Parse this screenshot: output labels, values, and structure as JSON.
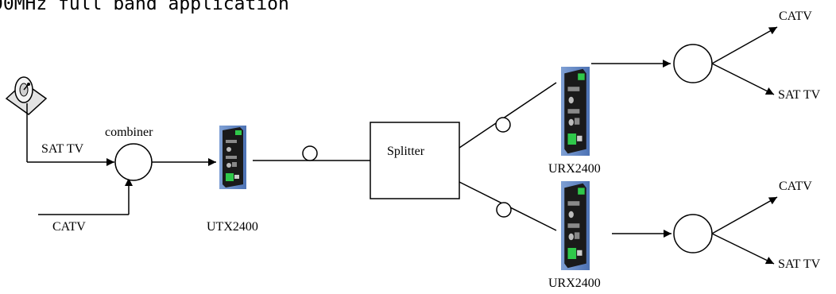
{
  "heading": "00MHz full band application",
  "labels": {
    "sat_tv_in": "SAT TV",
    "catv_in": "CATV",
    "combiner": "combiner",
    "utx": "UTX2400",
    "splitter": "Splitter",
    "urx_top": "URX2400",
    "urx_bottom": "URX2400",
    "catv_out_top": "CATV",
    "sat_tv_out_top": "SAT TV",
    "catv_out_bottom": "CATV",
    "sat_tv_out_bottom": "SAT TV"
  },
  "icons": {
    "dish": "satellite-dish-icon",
    "transmitter": "utx2400-module-icon",
    "receiver": "urx2400-module-icon"
  },
  "colors": {
    "line": "#000000",
    "module_body": "#1a1a1a",
    "module_background": "#5e84c2",
    "module_connector_green": "#2fc84a"
  }
}
